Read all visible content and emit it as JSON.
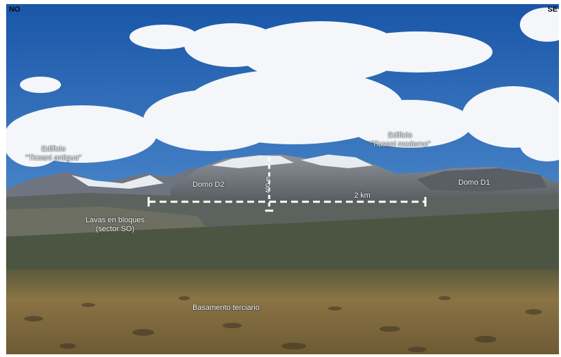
{
  "corners": {
    "left": "NO",
    "right": "SE"
  },
  "labels": {
    "edificio_antiguo_line1": "Edificio",
    "edificio_antiguo_line2": "\"Ticsani antiguo\"",
    "edificio_moderno_line1": "Edificio",
    "edificio_moderno_line2": "\"Ticsani moderno\"",
    "domo_d2": "Domo D2",
    "domo_d1": "Domo D1",
    "lavas_line1": "Lavas en bloques",
    "lavas_line2": "(sector SO)",
    "basamento": "Basamento terciario"
  },
  "scale": {
    "horizontal": "2 km",
    "vertical": "400 m"
  },
  "colors": {
    "sky": "#1e5aa8",
    "scale_bar": "#ffffff",
    "ground": "#7a6437"
  }
}
